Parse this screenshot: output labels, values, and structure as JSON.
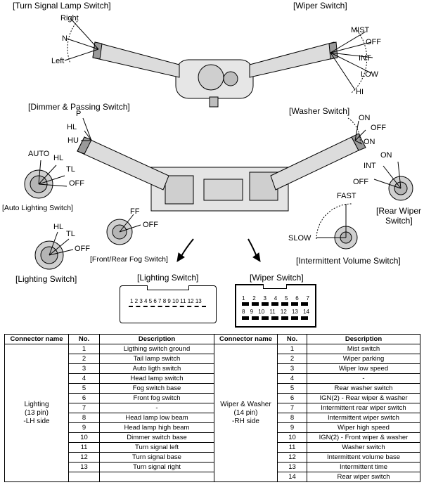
{
  "labels": {
    "turn_signal_switch": "[Turn Signal Lamp Switch]",
    "wiper_switch": "[Wiper Switch]",
    "dimmer_passing_switch": "[Dimmer & Passing Switch]",
    "washer_switch": "[Washer Switch]",
    "auto_lighting_switch": "[Auto Lighting Switch]",
    "front_rear_fog_switch": "[Front/Rear Fog Switch]",
    "lighting_switch": "[Lighting Switch]",
    "rear_wiper_switch_1": "[Rear Wiper",
    "rear_wiper_switch_2": "Switch]",
    "intermittent_volume_switch": "[Intermittent Volume Switch]",
    "lighting_connector": "[Lighting Switch]",
    "wiper_connector": "[Wiper Switch]"
  },
  "positions": {
    "turn": {
      "right": "Right",
      "n": "N",
      "left": "Left"
    },
    "wiper": {
      "mist": "MIST",
      "off": "OFF",
      "int": "INT",
      "low": "LOW",
      "hi": "HI"
    },
    "dimmer": {
      "p": "P",
      "hl": "HL",
      "hu": "HU"
    },
    "washer": {
      "on": "ON",
      "off": "OFF",
      "on2": "ON"
    },
    "auto": {
      "auto": "AUTO",
      "hl": "HL",
      "tl": "TL",
      "off": "OFF"
    },
    "fog": {
      "ff": "FF",
      "off": "OFF"
    },
    "lighting": {
      "hl": "HL",
      "tl": "TL",
      "off": "OFF"
    },
    "rear_wiper": {
      "int": "INT",
      "off": "OFF"
    },
    "volume": {
      "fast": "FAST",
      "slow": "SLOW"
    }
  },
  "lighting_connector_pins": "1 2 3 4 5 6 7 8 9 10 11 12 13",
  "wiper_connector_pins_top": [
    "1",
    "2",
    "3",
    "4",
    "5",
    "6",
    "7"
  ],
  "wiper_connector_pins_bottom": [
    "8",
    "9",
    "10",
    "11",
    "12",
    "13",
    "14"
  ],
  "table": {
    "headers": [
      "Connector name",
      "No.",
      "Description",
      "Connector name",
      "No.",
      "Description"
    ],
    "left_group": {
      "line1": "Lighting",
      "line2": "(13 pin)",
      "line3": "-LH side"
    },
    "right_group": {
      "line1": "Wiper & Washer",
      "line2": "(14 pin)",
      "line3": "-RH side"
    },
    "left_rows": [
      {
        "no": "1",
        "desc": "Ligthing switch ground"
      },
      {
        "no": "2",
        "desc": "Tail lamp switch"
      },
      {
        "no": "3",
        "desc": "Auto ligth switch"
      },
      {
        "no": "4",
        "desc": "Head lamp switch"
      },
      {
        "no": "5",
        "desc": "Fog switch base"
      },
      {
        "no": "6",
        "desc": "Front fog switch"
      },
      {
        "no": "7",
        "desc": "-"
      },
      {
        "no": "8",
        "desc": "Head lamp low beam"
      },
      {
        "no": "9",
        "desc": "Head lamp high beam"
      },
      {
        "no": "10",
        "desc": "Dimmer switch base"
      },
      {
        "no": "11",
        "desc": "Turn signal left"
      },
      {
        "no": "12",
        "desc": "Turn signal base"
      },
      {
        "no": "13",
        "desc": "Turn signal right"
      },
      {
        "no": "",
        "desc": ""
      }
    ],
    "right_rows": [
      {
        "no": "1",
        "desc": "Mist switch"
      },
      {
        "no": "2",
        "desc": "Wiper parking"
      },
      {
        "no": "3",
        "desc": "Wiper low speed"
      },
      {
        "no": "4",
        "desc": "-"
      },
      {
        "no": "5",
        "desc": "Rear washer switch"
      },
      {
        "no": "6",
        "desc": "IGN(2) - Rear wiper & washer"
      },
      {
        "no": "7",
        "desc": "Intermittent rear wiper switch"
      },
      {
        "no": "8",
        "desc": "Intermittent wiper switch"
      },
      {
        "no": "9",
        "desc": "Wiper high speed"
      },
      {
        "no": "10",
        "desc": "IGN(2) - Front wiper & washer"
      },
      {
        "no": "11",
        "desc": "Washer switch"
      },
      {
        "no": "12",
        "desc": "Intermittent volume base"
      },
      {
        "no": "13",
        "desc": "Intermittent time"
      },
      {
        "no": "14",
        "desc": "Rear wiper switch"
      }
    ]
  }
}
